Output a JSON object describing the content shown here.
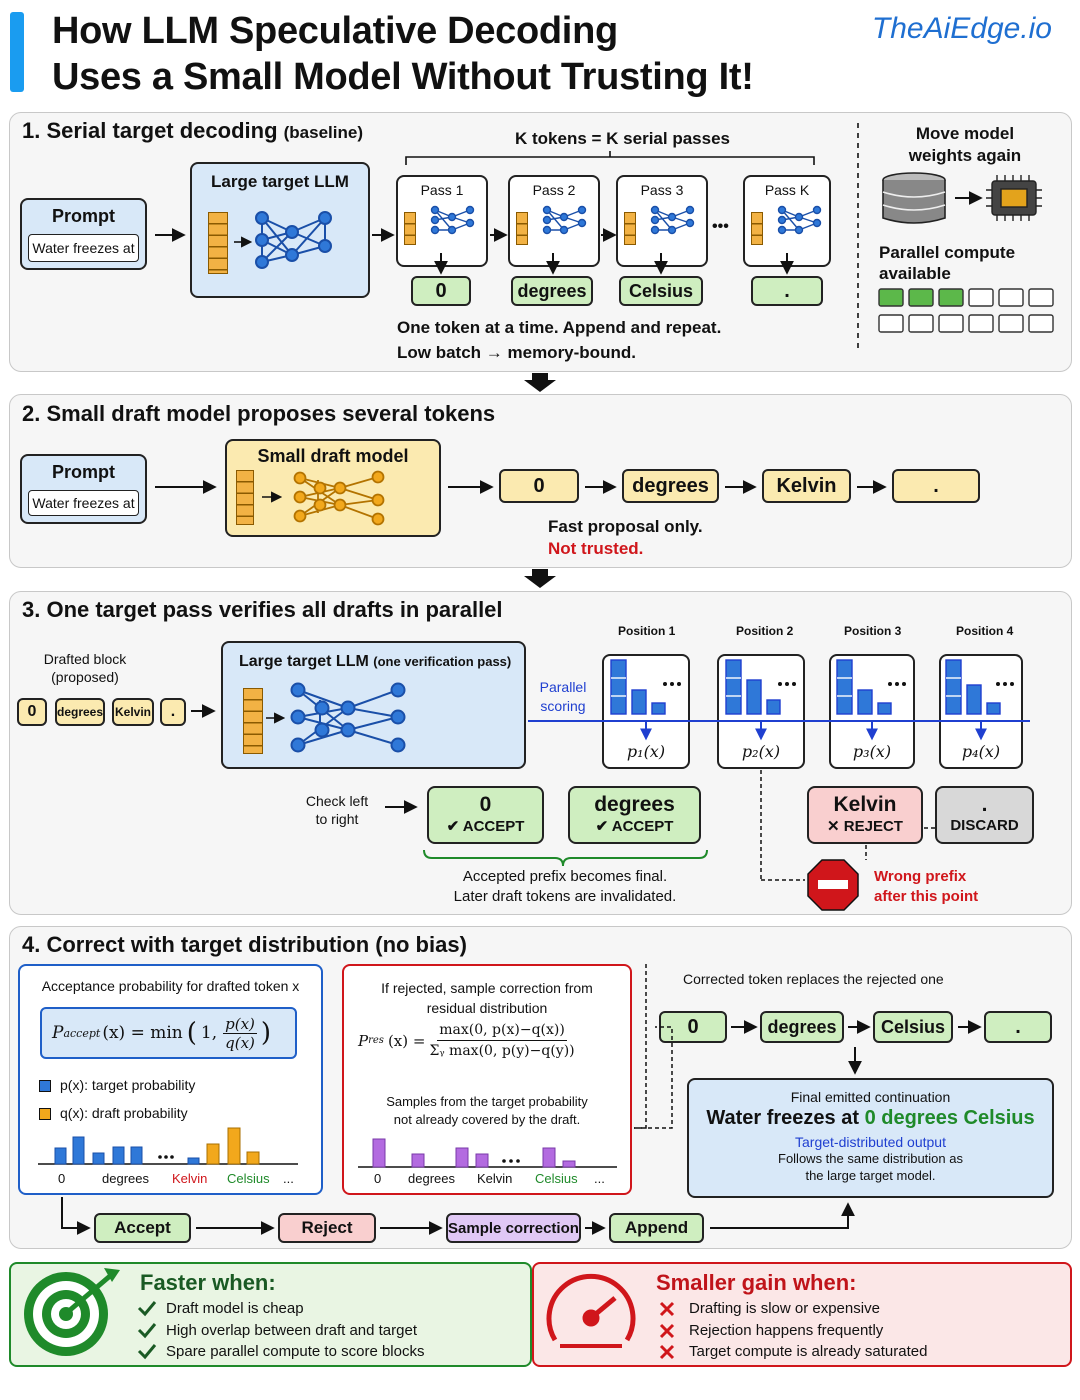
{
  "header": {
    "title_line1": "How LLM Speculative Decoding",
    "title_line2": "Uses a Small Model Without Trusting It!",
    "brand": "TheAiEdge.io"
  },
  "section1": {
    "title": "1. Serial target decoding",
    "title_suffix": "(baseline)",
    "prompt_label": "Prompt",
    "prompt_text": "Water freezes at",
    "model_label": "Large target LLM",
    "k_label": "K tokens = K serial passes",
    "passes": [
      "Pass 1",
      "Pass 2",
      "Pass 3",
      "Pass K"
    ],
    "tokens": [
      "0",
      "degrees",
      "Celsius",
      "."
    ],
    "ellipsis": "•••",
    "note_line1": "One token at a time. Append and repeat.",
    "note_line2": "Low batch → memory-bound.",
    "side_title_line1": "Move model",
    "side_title_line2": "weights again",
    "side_compute_line1": "Parallel compute",
    "side_compute_line2": "available"
  },
  "section2": {
    "title": "2. Small draft model proposes several tokens",
    "prompt_label": "Prompt",
    "prompt_text": "Water freezes at",
    "model_label": "Small draft model",
    "tokens": [
      "0",
      "degrees",
      "Kelvin",
      "."
    ],
    "note_line1": "Fast proposal only.",
    "note_line2": "Not trusted."
  },
  "section3": {
    "title": "3. One target pass verifies all drafts in parallel",
    "drafted_line1": "Drafted block",
    "drafted_line2": "(proposed)",
    "drafted_tokens": [
      "0",
      "degrees",
      "Kelvin",
      "."
    ],
    "model_label": "Large target LLM",
    "model_suffix": "(one verification pass)",
    "parallel_line1": "Parallel",
    "parallel_line2": "scoring",
    "positions": [
      "Position 1",
      "Position 2",
      "Position 3",
      "Position 4"
    ],
    "probs": [
      "p₁(x)",
      "p₂(x)",
      "p₃(x)",
      "p₄(x)"
    ],
    "check_line1": "Check left",
    "check_line2": "to right",
    "verdicts": [
      {
        "token": "0",
        "status": "✔ ACCEPT"
      },
      {
        "token": "degrees",
        "status": "✔ ACCEPT"
      },
      {
        "token": "Kelvin",
        "status": "✕ REJECT"
      },
      {
        "token": ".",
        "status": "DISCARD"
      }
    ],
    "accepted_line1": "Accepted prefix becomes final.",
    "accepted_line2": "Later draft tokens are invalidated.",
    "wrong_line1": "Wrong prefix",
    "wrong_line2": "after this point"
  },
  "section4": {
    "title": "4. Correct with target distribution (no bias)",
    "accept_title": "Acceptance probability for drafted token x",
    "accept_formula_lhs": "P",
    "accept_formula_sub": "accept",
    "accept_formula_rhs": "(x) = min",
    "accept_formula_num": "p(x)",
    "accept_formula_den": "q(x)",
    "legend_p": "p(x): target probability",
    "legend_q": "q(x): draft probability",
    "accept_axis": [
      "0",
      "degrees",
      "Kelvin",
      "Celsius",
      "..."
    ],
    "reject_title_line1": "If rejected, sample correction from",
    "reject_title_line2": "residual distribution",
    "res_lhs": "P",
    "res_sub": "res",
    "res_rhs": "(x) =",
    "res_num": "max(0, p(x)−q(x))",
    "res_den": "Σᵧ max(0, p(y)−q(y))",
    "reject_note_line1": "Samples from the target probability",
    "reject_note_line2": "not already covered by the draft.",
    "reject_axis": [
      "0",
      "degrees",
      "Kelvin",
      "Celsius",
      "..."
    ],
    "corrected_title": "Corrected token replaces the rejected one",
    "corrected_tokens": [
      "0",
      "degrees",
      "Celsius",
      "."
    ],
    "final_title": "Final emitted continuation",
    "final_prefix": "Water freezes at",
    "final_suffix": "0 degrees Celsius",
    "final_sub": "Target-distributed output",
    "final_note_line1": "Follows the same distribution as",
    "final_note_line2": "the large target model.",
    "flow": [
      "Accept",
      "Reject",
      "Sample correction",
      "Append"
    ]
  },
  "footer": {
    "faster_title": "Faster when:",
    "faster_items": [
      "Draft model is cheap",
      "High overlap between draft and target",
      "Spare parallel compute to score blocks"
    ],
    "smaller_title": "Smaller gain when:",
    "smaller_items": [
      "Drafting is slow or expensive",
      "Rejection happens frequently",
      "Target compute is already saturated"
    ]
  },
  "colors": {
    "blue_box": "#d8e8f8",
    "yellow_box": "#fbeab0",
    "green_box": "#cfeec0",
    "red_box": "#f9cfcf",
    "accent_blue": "#1a9cf0",
    "reject_red": "#d0161b",
    "target_bar": "#2f78d8",
    "draft_bar": "#f2a81c",
    "residual_bar": "#b36be0"
  }
}
